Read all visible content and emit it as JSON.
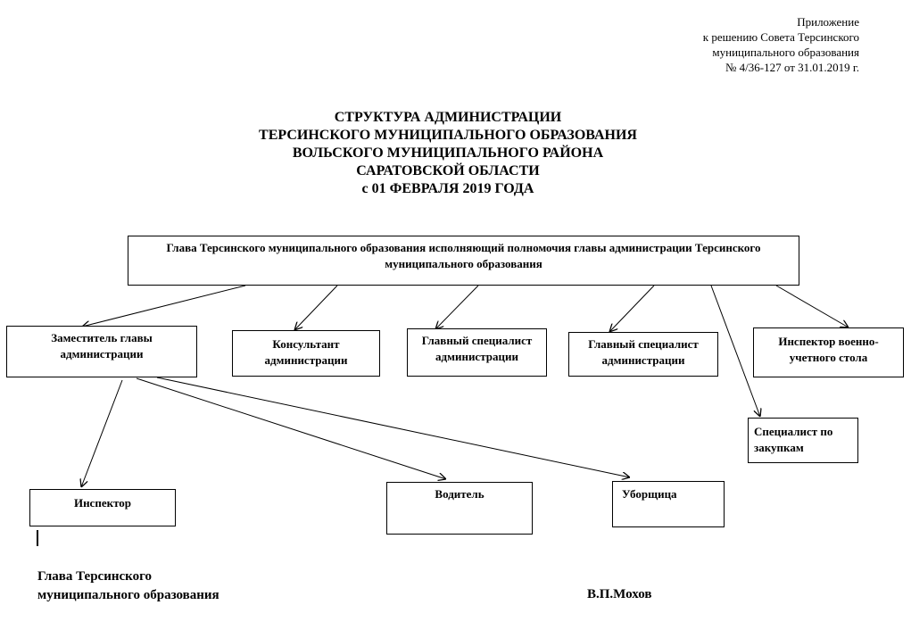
{
  "appendix": {
    "lines": [
      "Приложение",
      "к решению Совета Терсинского",
      "муниципального образования",
      "№ 4/36-127 от 31.01.2019 г."
    ]
  },
  "title": {
    "lines": [
      "СТРУКТУРА АДМИНИСТРАЦИИ",
      "ТЕРСИНСКОГО МУНИЦИПАЛЬНОГО ОБРАЗОВАНИЯ",
      "ВОЛЬСКОГО МУНИЦИПАЛЬНОГО РАЙОНА",
      "САРАТОВСКОЙ ОБЛАСТИ",
      "с 01 ФЕВРАЛЯ 2019 ГОДА"
    ]
  },
  "nodes": {
    "head": "Глава Терсинского муниципального образования исполняющий полномочия главы администрации Терсинского муниципального образования",
    "deputy": "Заместитель главы администрации",
    "consultant": "Консультант администрации",
    "chief_specialist_1": "Главный специалист администрации",
    "chief_specialist_2": "Главный специалист администрации",
    "military_inspector": "Инспектор военно-учетного стола",
    "procurement_specialist": "Специалист по закупкам",
    "inspector": "Инспектор",
    "driver": "Водитель",
    "cleaner": "Уборщица"
  },
  "signature": {
    "position_lines": [
      "Глава Терсинского",
      "муниципального образования"
    ],
    "name": "В.П.Мохов"
  }
}
